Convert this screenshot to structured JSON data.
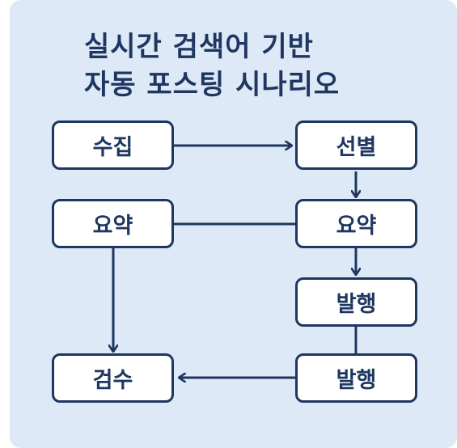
{
  "title": {
    "line1": "실시간 검색어 기반",
    "line2": "자동 포스팅 시나리오"
  },
  "nodes": {
    "collect": "수집",
    "select": "선별",
    "summary_left": "요약",
    "summary_right": "요약",
    "publish_upper": "발행",
    "publish_lower": "발행",
    "review": "검수"
  },
  "colors": {
    "background": "#dde9f6",
    "stroke": "#1f3661",
    "node_fill": "#ffffff"
  }
}
